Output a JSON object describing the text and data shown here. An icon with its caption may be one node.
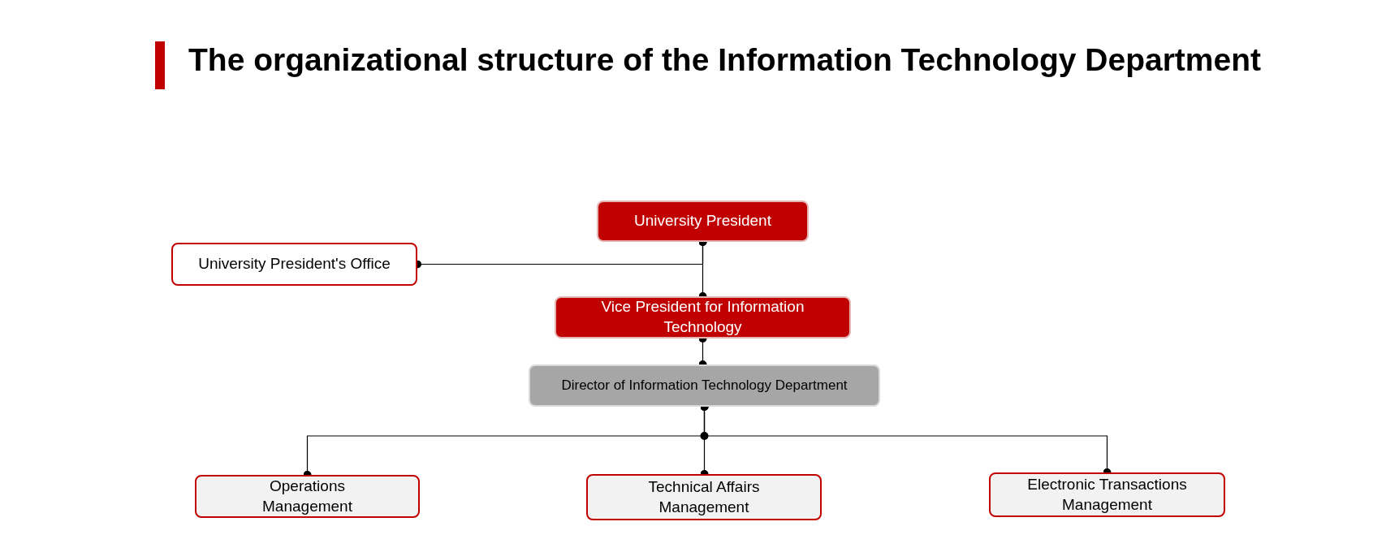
{
  "diagram": {
    "title": "The organizational structure of the Information Technology Department",
    "nodes": [
      {
        "text": [
          "University President"
        ]
      },
      {
        "text": [
          "University President's Office"
        ]
      },
      {
        "text": [
          "Vice President for Information Technology"
        ]
      },
      {
        "text": [
          "Director of Information Technology Department"
        ]
      },
      {
        "text": [
          "Operations Management"
        ]
      },
      {
        "text": [
          "Technical Affairs Management"
        ]
      },
      {
        "text": [
          "Electronic Transactions Management"
        ]
      }
    ],
    "edges": [
      {
        "from": 0,
        "to": 2,
        "arrow": "other"
      },
      {
        "from": 0,
        "to": 1,
        "arrow": "other"
      },
      {
        "from": 2,
        "to": 3,
        "arrow": "other"
      },
      {
        "from": 3,
        "to": 4,
        "arrow": "other"
      },
      {
        "from": 3,
        "to": 5,
        "arrow": "other"
      },
      {
        "from": 3,
        "to": 6,
        "arrow": "other"
      }
    ]
  }
}
